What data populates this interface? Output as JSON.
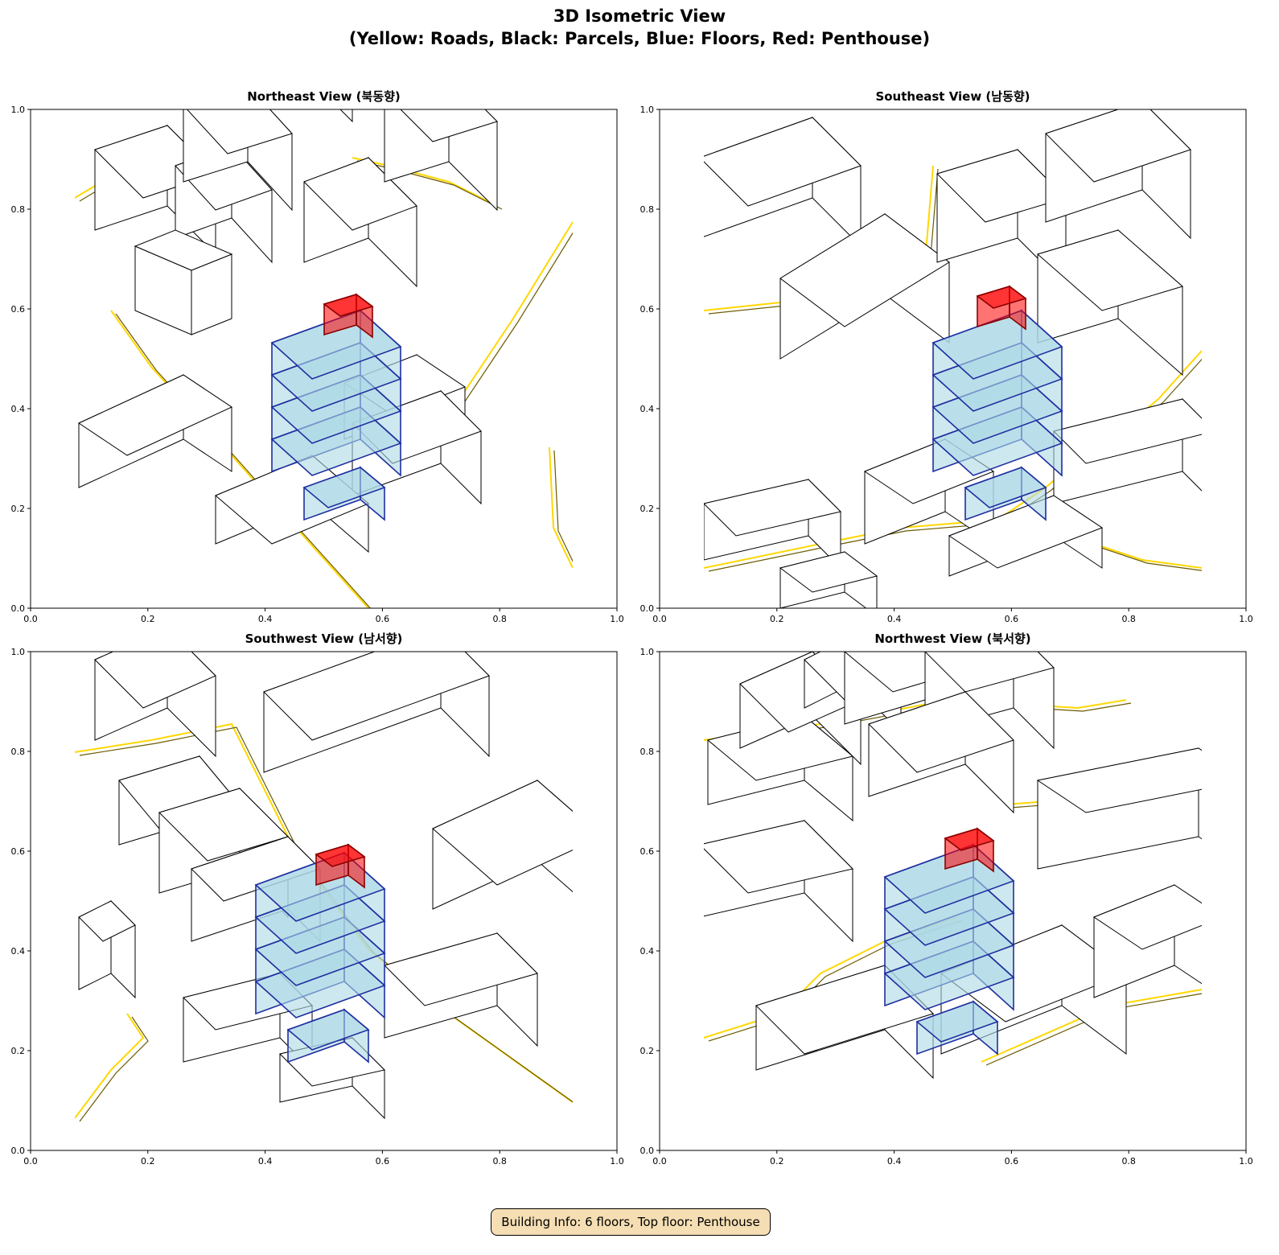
{
  "title_line1": "3D Isometric View",
  "title_line2": "(Yellow: Roads, Black: Parcels, Blue: Floors, Red: Penthouse)",
  "panels": [
    {
      "title": "Northeast View (북동향)"
    },
    {
      "title": "Southeast View (남동향)"
    },
    {
      "title": "Southwest View (남서향)"
    },
    {
      "title": "Northwest View (북서향)"
    }
  ],
  "ticks": [
    "0.0",
    "0.2",
    "0.4",
    "0.6",
    "0.8",
    "1.0"
  ],
  "tick_values": [
    0,
    0.2,
    0.4,
    0.6,
    0.8,
    1.0
  ],
  "colors": {
    "road": "#ffd700",
    "parcel": "#000000",
    "floor_fill": "#add8e6",
    "floor_edge": "#1f2fa0",
    "penthouse": "#ff0000"
  },
  "building": {
    "floors": 6,
    "top_floor": "Penthouse"
  },
  "info_text": "Building Info: 6 floors, Top floor: Penthouse"
}
